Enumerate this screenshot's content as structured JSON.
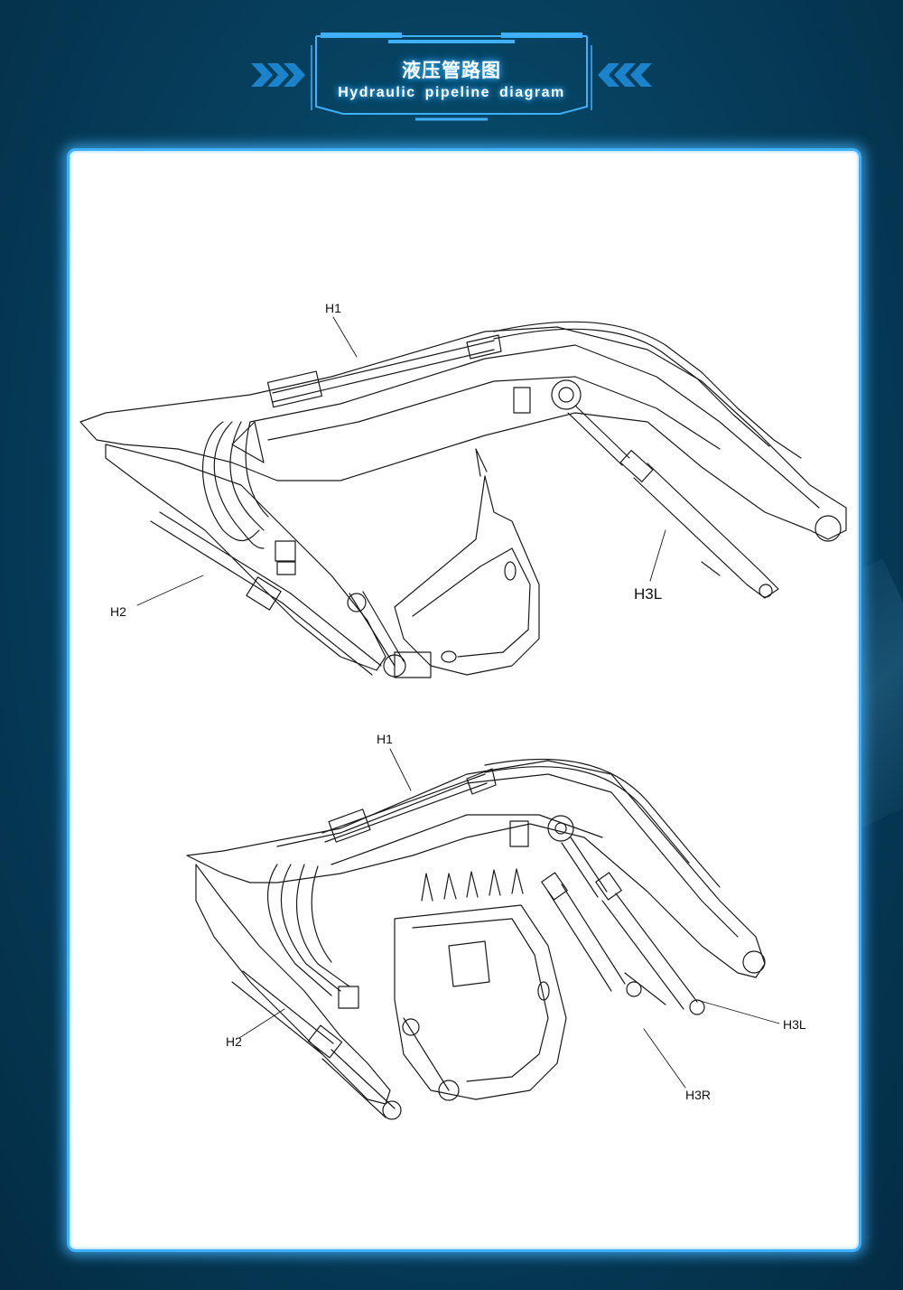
{
  "header": {
    "title_cn": "液压管路图",
    "title_en": "Hydraulic pipeline diagram"
  },
  "diagrams": [
    {
      "labels": {
        "h1": "H1",
        "h2": "H2",
        "h3l": "H3L"
      }
    },
    {
      "labels": {
        "h1": "H1",
        "h2": "H2",
        "h3l": "H3L",
        "h3r": "H3R"
      }
    }
  ],
  "colors": {
    "accent": "#3fb0ff",
    "background": "#06415f",
    "panel": "#ffffff",
    "line": "#1a1a1a"
  }
}
